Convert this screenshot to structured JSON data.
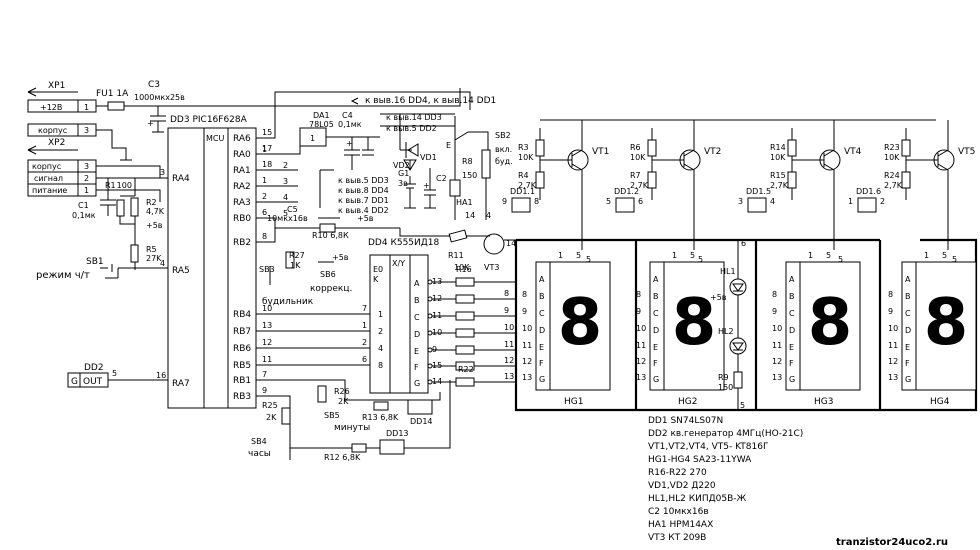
{
  "connectors": {
    "xp1": {
      "name": "XP1",
      "rows": [
        {
          "label": "+12В",
          "pin": "1"
        },
        {
          "label": "корпус",
          "pin": "3"
        }
      ]
    },
    "xp2": {
      "name": "XP2",
      "rows": [
        {
          "label": "корпус",
          "pin": "3"
        },
        {
          "label": "сигнал",
          "pin": "2"
        },
        {
          "label": "питание",
          "pin": "1"
        }
      ]
    }
  },
  "fuse": {
    "name": "FU1 1А"
  },
  "c3": {
    "name": "C3",
    "value": "1000мкх25в"
  },
  "mcu": {
    "name": "DD3 PIC16F628A",
    "label": "MCU",
    "left_pins": [
      {
        "name": "RA4",
        "num": "3"
      },
      {
        "name": "RA5",
        "num": "4"
      },
      {
        "name": "RA7",
        "num": "16"
      }
    ],
    "right_pins": [
      {
        "name": "RA6",
        "num": "15"
      },
      {
        "name": "RA0",
        "num": "17"
      },
      {
        "name": "RA1",
        "num": "18"
      },
      {
        "name": "RA2",
        "num": "1"
      },
      {
        "name": "RA3",
        "num": "2"
      },
      {
        "name": "RB0",
        "num": "6"
      },
      {
        "name": "RB2",
        "num": "8"
      },
      {
        "name": "RB4",
        "num": "10"
      },
      {
        "name": "RB7",
        "num": "13"
      },
      {
        "name": "RB6",
        "num": "12"
      },
      {
        "name": "RB5",
        "num": "11"
      },
      {
        "name": "RB1",
        "num": "7"
      },
      {
        "name": "RB3",
        "num": "9"
      }
    ],
    "bus_nums": [
      "1",
      "2",
      "3",
      "4",
      "5"
    ]
  },
  "power": {
    "bus_label": "к выв.16 DD4, к выв.14 DD1",
    "da1": {
      "name": "DA1",
      "part": "78L05"
    },
    "c4": {
      "name": "C4",
      "value": "0,1мк"
    },
    "c5": {
      "name": "C5",
      "value": "10мкх16в"
    },
    "vd2": "VD2",
    "vd1": "VD1",
    "g1": {
      "name": "G1",
      "value": "3в"
    },
    "c2": "C2",
    "labels": [
      "к выв.14 DD3",
      "к выв.5 DD2",
      "к выв.5 DD3",
      "к выв.8 DD4",
      "к выв.7 DD1",
      "к выв.4 DD2"
    ],
    "plus5": "+5в",
    "e": "E"
  },
  "inputs": {
    "r1": {
      "name": "R1",
      "value": "100"
    },
    "c1": {
      "name": "C1",
      "value": "0,1мк"
    },
    "r2": {
      "name": "R2",
      "value": "4,7K"
    },
    "r5": {
      "name": "R5",
      "value": "27K"
    },
    "plus5": "+5в",
    "sb1": "SB1",
    "sb1_label": "режим ч/т",
    "dd2": {
      "name": "DD2",
      "g": "G",
      "out": "OUT",
      "pin": "5"
    }
  },
  "keys": {
    "r10": "R10 6,8К",
    "sb3": "SB3",
    "sb3_label": "будильник",
    "r27": {
      "name": "R27",
      "value": "1K"
    },
    "sb6": "SB6",
    "sb6_label": "коррекц.",
    "plus5": "+5в",
    "r26": {
      "name": "R26",
      "value": "2K"
    },
    "sb5": "SB5",
    "sb5_label": "минуты",
    "r13": "R13 6,8K",
    "r25": {
      "name": "R25",
      "value": "2K"
    },
    "sb4": "SB4",
    "sb4_label": "часы",
    "r12": "R12 6,8K",
    "dd14": "DD14",
    "dd13": "DD13"
  },
  "dd4": {
    "name": "DD4 К555ИД18",
    "xy": "X/Y",
    "e0": "E0",
    "k": "K",
    "inputs": [
      "1",
      "2",
      "4",
      "8"
    ],
    "in_pins": [
      "7",
      "1",
      "2",
      "6"
    ],
    "outputs": [
      "A",
      "B",
      "C",
      "D",
      "E",
      "F",
      "G"
    ],
    "out_pins": [
      "13",
      "12",
      "11",
      "10",
      "9",
      "15",
      "14"
    ]
  },
  "resistors": {
    "r11": {
      "name": "R11",
      "value": "10K"
    },
    "r16": "R16",
    "r22": "R22"
  },
  "vt3": "VT3",
  "bus_nums_main": [
    "8",
    "9",
    "10",
    "11",
    "12",
    "13"
  ],
  "drivers": [
    {
      "r_top": {
        "name": "R3",
        "value": "10K"
      },
      "r_bot": {
        "name": "R4",
        "value": "2,7K"
      },
      "vt": "VT1",
      "dd": "DD1.1",
      "pins": [
        "9",
        "8"
      ],
      "sig": "4",
      "hg_pin": "5"
    },
    {
      "r_top": {
        "name": "R6",
        "value": "10K"
      },
      "r_bot": {
        "name": "R7",
        "value": "2,7K"
      },
      "vt": "VT2",
      "dd": "DD1.2",
      "pins": [
        "5",
        "6"
      ],
      "sig": "3",
      "hg_pin": "5"
    },
    {
      "r_top": {
        "name": "R14",
        "value": "10K"
      },
      "r_bot": {
        "name": "R15",
        "value": "2,7K"
      },
      "vt": "VT4",
      "dd": "DD1.5",
      "pins": [
        "3",
        "4"
      ],
      "sig": "2",
      "hg_pin": "5"
    },
    {
      "r_top": {
        "name": "R23",
        "value": "10K"
      },
      "r_bot": {
        "name": "R24",
        "value": "2,7K"
      },
      "vt": "VT5",
      "dd": "DD1.6",
      "pins": [
        "1",
        "2"
      ],
      "sig": "1",
      "hg_pin": "5"
    }
  ],
  "sb2": {
    "name": "SB2",
    "line1": "вкл.",
    "line2": "буд."
  },
  "r8": {
    "name": "R8",
    "value": "150"
  },
  "ha1": "HA1",
  "displays": [
    {
      "name": "HG1",
      "segs": [
        "A",
        "B",
        "C",
        "D",
        "E",
        "F",
        "G"
      ],
      "pins": [
        "8",
        "9",
        "10",
        "11",
        "12",
        "13"
      ],
      "top": [
        "1",
        "5"
      ]
    },
    {
      "name": "HG2",
      "segs": [
        "A",
        "B",
        "C",
        "D",
        "E",
        "F",
        "G"
      ],
      "pins": [
        "8",
        "9",
        "10",
        "11",
        "12",
        "13"
      ],
      "top": [
        "1",
        "5"
      ]
    },
    {
      "name": "HG3",
      "segs": [
        "A",
        "B",
        "C",
        "D",
        "E",
        "F",
        "G"
      ],
      "pins": [
        "8",
        "9",
        "10",
        "11",
        "12",
        "13"
      ],
      "top": [
        "1",
        "5"
      ]
    },
    {
      "name": "HG4",
      "segs": [
        "A",
        "B",
        "C",
        "D",
        "E",
        "F",
        "G"
      ],
      "pins": [
        "8",
        "9",
        "10",
        "11",
        "12",
        "13"
      ],
      "top": [
        "1",
        "5"
      ]
    }
  ],
  "digit": "8",
  "leds": {
    "hl1": "HL1",
    "hl2": "HL2",
    "r9": {
      "name": "R9",
      "value": "150"
    },
    "plus5": "+5в",
    "pin6": "6",
    "pin5": "5"
  },
  "legend": [
    "DD1  SN74LS07N",
    "DD2  кв.генератор  4МГц(НО-21С)",
    "VT1,VT2,VT4, VT5- KT816Г",
    "HG1-HG4   SA23-11YWA",
    "R16-R22   270",
    "VD1,VD2  Д220",
    "HL1,HL2   КИПД05В-Ж",
    "C2  10мкх16в",
    "HA1   HPM14AX",
    "VT3  КТ 209В"
  ],
  "watermark": "tranzistor24uco2.ru"
}
